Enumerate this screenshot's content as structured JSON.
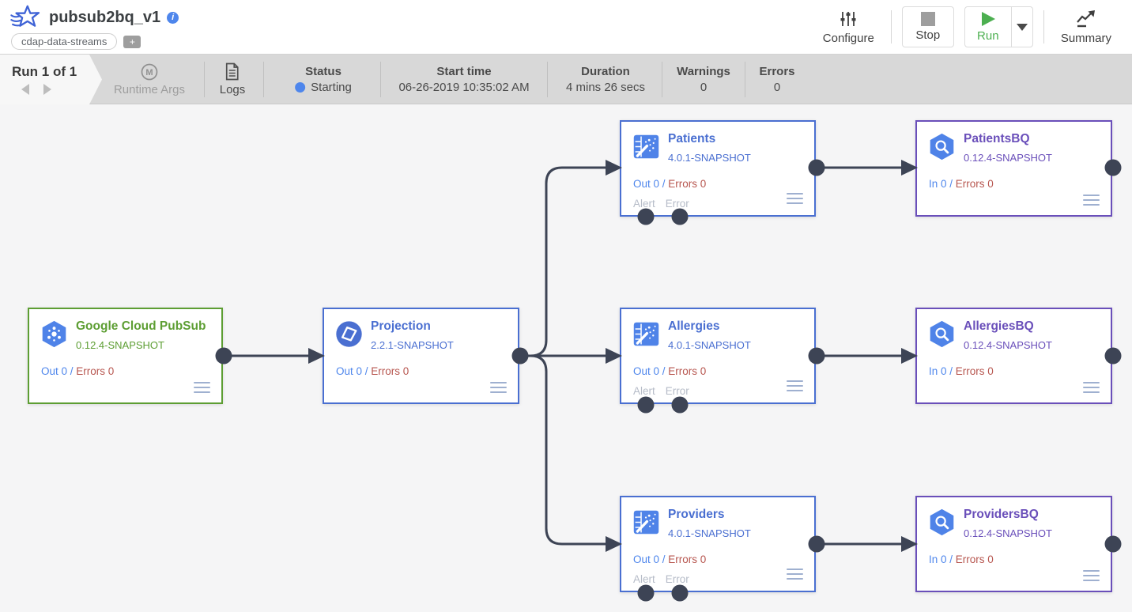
{
  "header": {
    "title": "pubsub2bq_v1",
    "info_icon": "i",
    "tag": "cdap-data-streams",
    "add_tag_label": "+",
    "actions": {
      "configure": "Configure",
      "stop": "Stop",
      "run": "Run",
      "summary": "Summary"
    }
  },
  "run_bar": {
    "run_counter": "Run 1 of 1",
    "runtime_args_label": "Runtime Args",
    "logs_label": "Logs",
    "status_label": "Status",
    "status_value": "Starting",
    "start_time_label": "Start time",
    "start_time_value": "06-26-2019 10:35:02 AM",
    "duration_label": "Duration",
    "duration_value": "4 mins 26 secs",
    "warnings_label": "Warnings",
    "warnings_value": "0",
    "errors_label": "Errors",
    "errors_value": "0"
  },
  "colors": {
    "source_green": "#5d9e33",
    "transform_blue": "#4a6fd1",
    "sink_purple": "#6a4fba",
    "metric_blue": "#4e86ec",
    "metric_red": "#b7564f",
    "edge_dark": "#3d4455",
    "status_blue": "#4e86ec",
    "run_green": "#4caf50"
  },
  "icons": {
    "logo": "cdap-star-logo",
    "configure": "sliders-icon",
    "stop": "square-icon",
    "run": "play-icon",
    "run_caret": "caret-down-icon",
    "summary": "line-chart-icon",
    "runtime_args": "m-circle-icon",
    "logs": "document-icon",
    "node_menu": "hamburger-icon",
    "pubsub": "pubsub-hexagon-icon",
    "projection": "projection-circle-icon",
    "wrangler": "wrangler-grid-icon",
    "bigquery": "bigquery-hexagon-icon"
  },
  "nodes": [
    {
      "title": "Google Cloud PubSub",
      "version": "0.12.4-SNAPSHOT",
      "metric_left": "Out 0 /",
      "metric_right": "Errors 0"
    },
    {
      "title": "Projection",
      "version": "2.2.1-SNAPSHOT",
      "metric_left": "Out 0 /",
      "metric_right": "Errors 0"
    },
    {
      "title": "Patients",
      "version": "4.0.1-SNAPSHOT",
      "metric_left": "Out 0 /",
      "metric_right": "Errors 0",
      "alert_label": "Alert",
      "error_label": "Error"
    },
    {
      "title": "Allergies",
      "version": "4.0.1-SNAPSHOT",
      "metric_left": "Out 0 /",
      "metric_right": "Errors 0",
      "alert_label": "Alert",
      "error_label": "Error"
    },
    {
      "title": "Providers",
      "version": "4.0.1-SNAPSHOT",
      "metric_left": "Out 0 /",
      "metric_right": "Errors 0",
      "alert_label": "Alert",
      "error_label": "Error"
    },
    {
      "title": "PatientsBQ",
      "version": "0.12.4-SNAPSHOT",
      "metric_left": "In 0 /",
      "metric_right": "Errors 0"
    },
    {
      "title": "AllergiesBQ",
      "version": "0.12.4-SNAPSHOT",
      "metric_left": "In 0 /",
      "metric_right": "Errors 0"
    },
    {
      "title": "ProvidersBQ",
      "version": "0.12.4-SNAPSHOT",
      "metric_left": "In 0 /",
      "metric_right": "Errors 0"
    }
  ]
}
